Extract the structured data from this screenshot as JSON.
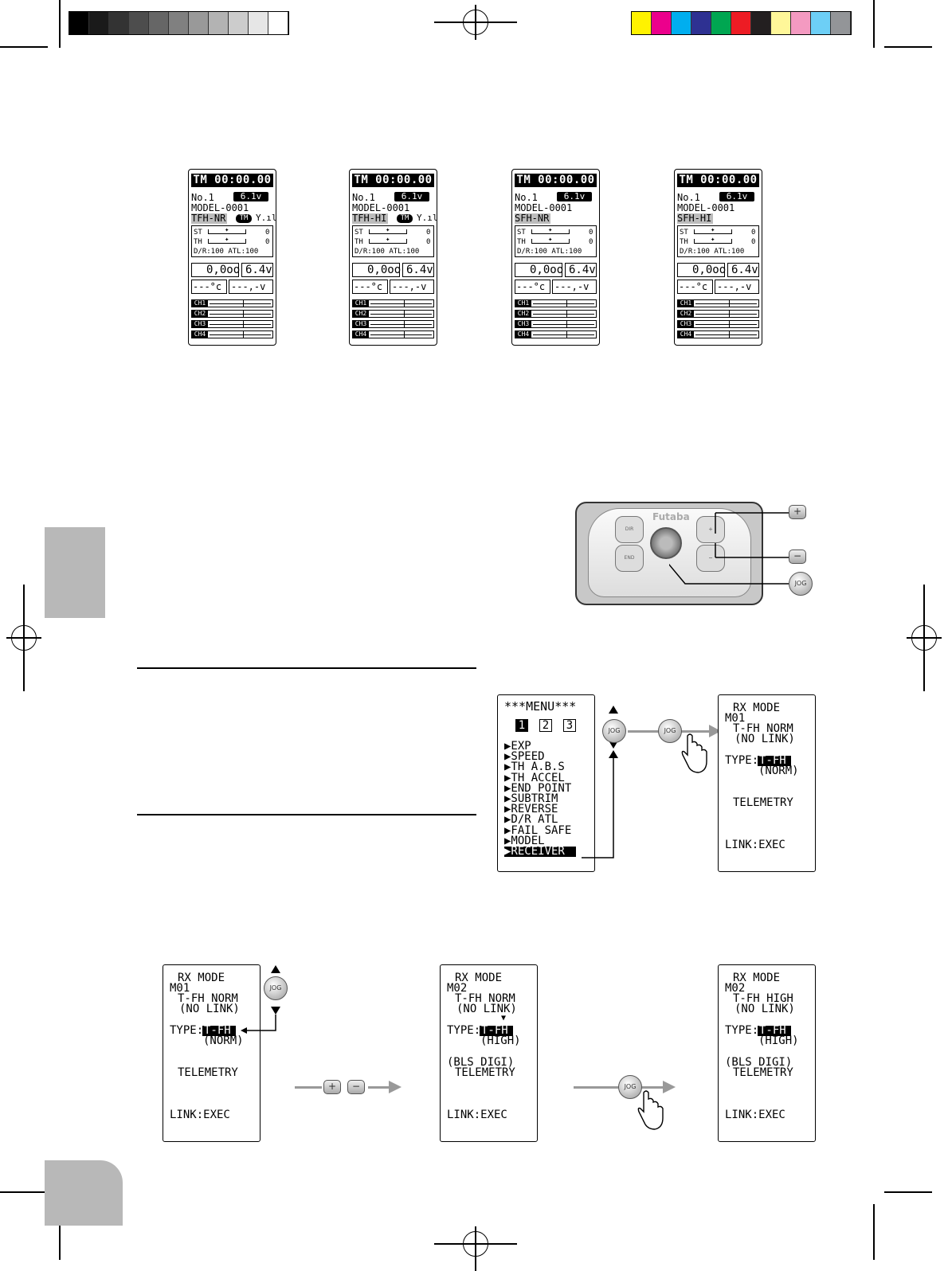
{
  "status_screens": [
    {
      "timer": "TM 00:00.00",
      "model_no": "No.1",
      "battery": "6.1v",
      "model_name": "MODEL-0001",
      "type": "TFH-NR",
      "tm_badge": "TM",
      "antenna": "Y.ıl",
      "st": "ST",
      "th": "TH",
      "st_val": "0",
      "th_val": "0",
      "dr": "D/R:100 ATL:100",
      "rx_val": "0,0oo",
      "rx_batt": "6.4v",
      "temp": "---°c",
      "volt": "---,-v",
      "channels": [
        "CH1",
        "CH2",
        "CH3",
        "CH4"
      ]
    },
    {
      "timer": "TM 00:00.00",
      "model_no": "No.1",
      "battery": "6.1v",
      "model_name": "MODEL-0001",
      "type": "TFH-HI",
      "tm_badge": "TM",
      "antenna": "Y.ıl",
      "st": "ST",
      "th": "TH",
      "st_val": "0",
      "th_val": "0",
      "dr": "D/R:100 ATL:100",
      "rx_val": "0,0oo",
      "rx_batt": "6.4v",
      "temp": "---°c",
      "volt": "---,-v",
      "channels": [
        "CH1",
        "CH2",
        "CH3",
        "CH4"
      ]
    },
    {
      "timer": "TM 00:00.00",
      "model_no": "No.1",
      "battery": "6.1v",
      "model_name": "MODEL-0001",
      "type": "SFH-NR",
      "tm_badge": "",
      "antenna": "",
      "st": "ST",
      "th": "TH",
      "st_val": "0",
      "th_val": "0",
      "dr": "D/R:100 ATL:100",
      "rx_val": "0,0oo",
      "rx_batt": "6.4v",
      "temp": "---°c",
      "volt": "---,-v",
      "channels": [
        "CH1",
        "CH2",
        "CH3",
        "CH4"
      ]
    },
    {
      "timer": "TM 00:00.00",
      "model_no": "No.1",
      "battery": "6.1v",
      "model_name": "MODEL-0001",
      "type": "SFH-HI",
      "tm_badge": "",
      "antenna": "",
      "st": "ST",
      "th": "TH",
      "st_val": "0",
      "th_val": "0",
      "dr": "D/R:100 ATL:100",
      "rx_val": "0,0oo",
      "rx_batt": "6.4v",
      "temp": "---°c",
      "volt": "---,-v",
      "channels": [
        "CH1",
        "CH2",
        "CH3",
        "CH4"
      ]
    }
  ],
  "transmitter": {
    "brand": "Futaba",
    "dir_label": "DIR",
    "end_label": "END",
    "plus_label": "+",
    "minus_label": "−",
    "jog_label": "JOG"
  },
  "menu_screen": {
    "title": "***MENU***",
    "pages": [
      "1",
      "2",
      "3"
    ],
    "items": [
      "▶EXP",
      "▶SPEED",
      "▶TH A.B.S",
      "▶TH ACCEL",
      "▶END POINT",
      "▶SUBTRIM",
      "▶REVERSE",
      "▶D/R ATL",
      "▶FAIL SAFE",
      "▶MODEL",
      "▶RECEIVER"
    ]
  },
  "rx_screens": [
    {
      "title": "RX MODE",
      "model": "M01",
      "mode": "T-FH NORM",
      "link_state": "(NO LINK)",
      "type_label": "TYPE:",
      "type_value": "T-FH",
      "type_sub": "(NORM)",
      "extra": "",
      "telemetry": "TELEMETRY",
      "link": "LINK:EXEC"
    },
    {
      "title": "RX MODE",
      "model": "M01",
      "mode": "T-FH NORM",
      "link_state": "(NO LINK)",
      "type_label": "TYPE:",
      "type_value": "T-FH",
      "type_sub": "(NORM)",
      "extra": "",
      "telemetry": "TELEMETRY",
      "link": "LINK:EXEC"
    },
    {
      "title": "RX MODE",
      "model": "M02",
      "mode": "T-FH NORM",
      "link_state": "(NO LINK)",
      "type_label": "TYPE:",
      "type_value": "T-FH",
      "type_sub": "(HIGH)",
      "extra": "(BLS DIGI)",
      "telemetry": "TELEMETRY",
      "link": "LINK:EXEC"
    },
    {
      "title": "RX MODE",
      "model": "M02",
      "mode": "T-FH HIGH",
      "link_state": "(NO LINK)",
      "type_label": "TYPE:",
      "type_value": "T-FH",
      "type_sub": "(HIGH)",
      "extra": "(BLS DIGI)",
      "telemetry": "TELEMETRY",
      "link": "LINK:EXEC"
    }
  ],
  "keys": {
    "plus": "+",
    "minus": "−",
    "jog": "JOG"
  },
  "colors": {
    "tab_gray": "#b8b8b8",
    "highlight": "#bcbcbc",
    "arrow": "#999999",
    "swatches_gray": [
      "#000000",
      "#1a1a1a",
      "#333333",
      "#4d4d4d",
      "#666666",
      "#808080",
      "#999999",
      "#b3b3b3",
      "#cccccc",
      "#e6e6e6",
      "#ffffff"
    ],
    "swatches_color": [
      "#fff200",
      "#ec008c",
      "#00aeef",
      "#2e3192",
      "#00a651",
      "#ed1c24",
      "#231f20",
      "#fff799",
      "#f49ac1",
      "#6dcff6",
      "#939598"
    ]
  }
}
